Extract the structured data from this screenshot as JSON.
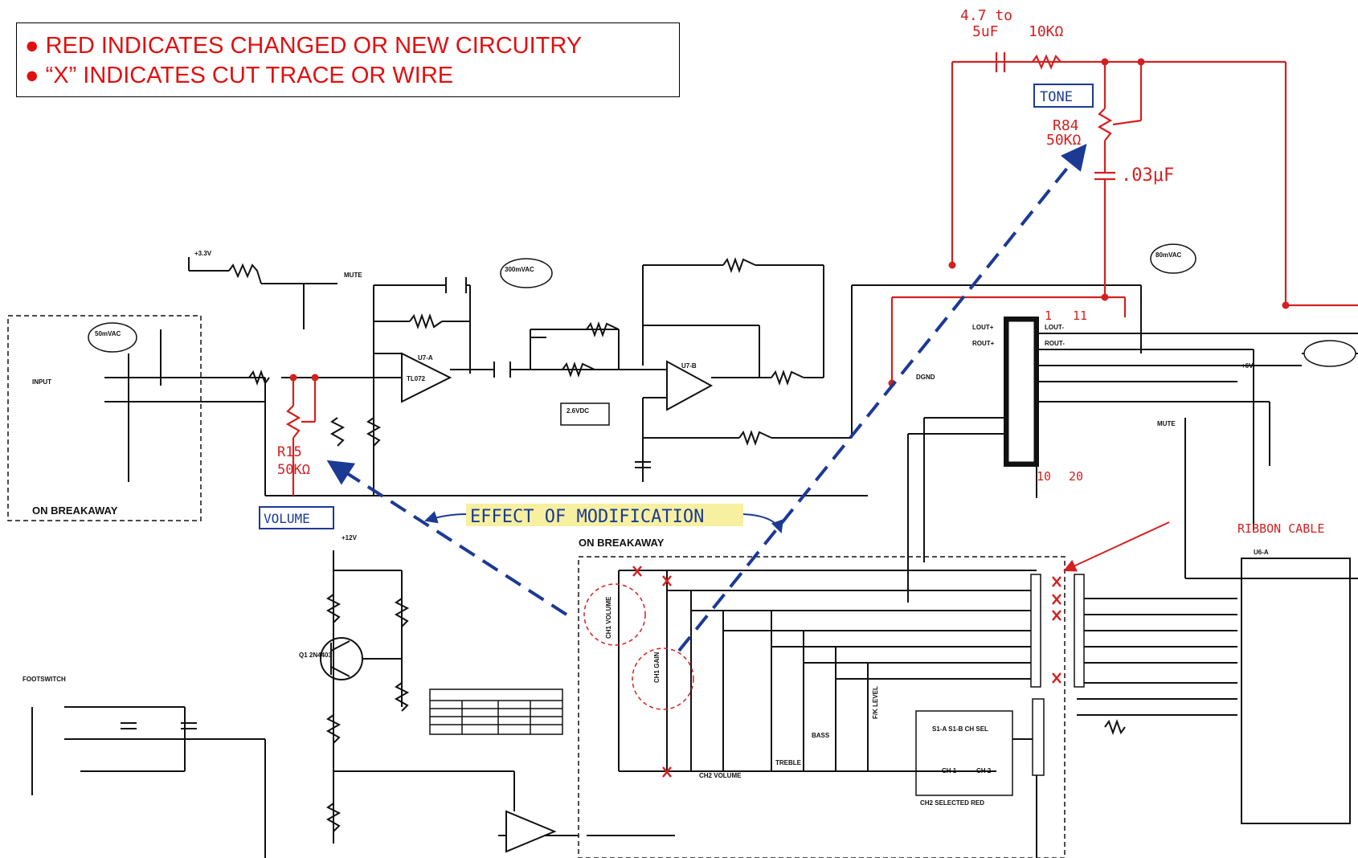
{
  "legend": {
    "line1": "● RED INDICATES CHANGED OR NEW CIRCUITRY",
    "line2": "● “X” INDICATES CUT TRACE OR WIRE"
  },
  "handwritten": {
    "cap_top_l1": "4.7 to",
    "cap_top_l2": "5uF",
    "res_top": "10KΩ",
    "tone_box": "TONE",
    "r84_l1": "R84",
    "r84_l2": "50KΩ",
    "cap_03": ".03μF",
    "r15_l1": "R15",
    "r15_l2": "50KΩ",
    "volume_box": "VOLUME",
    "effect": "EFFECT OF MODIFICATION",
    "ribbon": "RIBBON CABLE",
    "pin1": "1",
    "pin11": "11",
    "pin10": "10",
    "pin20": "20"
  },
  "labels": {
    "on_breakaway_left": "ON BREAKAWAY",
    "on_breakaway_bottom": "ON BREAKAWAY",
    "input": "INPUT",
    "footswitch": "FOOTSWITCH",
    "plus33v": "+3.3V",
    "mute1": "MUTE",
    "mute2": "MUTE",
    "tp16": "50mVAC",
    "tp17": "300mVAC",
    "tp18": "80mVAC",
    "tp15": "2.6VDC",
    "plus12v": "+12V",
    "q1": "Q1 2N4403",
    "u7a": "U7-A",
    "u7b": "U7-B",
    "tl072": "TL072",
    "dgnd": "DGND",
    "plus6v": "+6V",
    "ch_sel": "S1-A S1-B CH SEL",
    "ch1": "CH 1",
    "ch2": "CH 2",
    "ch2_sel": "CH2 SELECTED RED",
    "u6a": "U6-A",
    "bass": "BASS",
    "treble": "TREBLE",
    "ch2_volume": "CH2 VOLUME",
    "fk_level": "F/K LEVEL",
    "ch1_volume": "CH1 VOLUME",
    "ch1_gain": "CH1 GAIN",
    "lout_p": "LOUT+",
    "lout_m": "LOUT-",
    "rout_p": "ROUT+",
    "rout_m": "ROUT-"
  },
  "colors": {
    "red": "#d42020",
    "blue": "#1c3a94",
    "black": "#111111",
    "highlight": "#f6f0a0"
  }
}
